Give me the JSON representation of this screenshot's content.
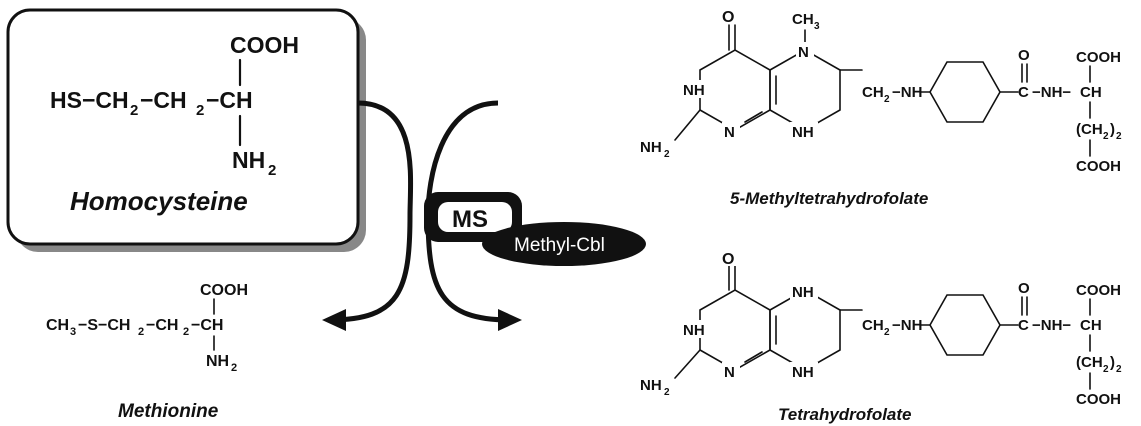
{
  "homocysteine": {
    "chain": "HS−CH",
    "chain2": "−CH",
    "chain3": "−CH",
    "sub2": "2",
    "cooh": "COOH",
    "nh2": "NH",
    "nh2_sub": "2",
    "name": "Homocysteine"
  },
  "methionine": {
    "formula_a": "CH",
    "sub3": "3",
    "formula_b": "−S−CH",
    "sub2": "2",
    "formula_c": "−CH",
    "sub2b": "2",
    "formula_d": "−CH",
    "cooh": "COOH",
    "nh2": "NH",
    "nh2_sub": "2",
    "name": "Methionine"
  },
  "enzyme": {
    "ms_label": "MS",
    "cofactor_label": "Methyl-Cbl"
  },
  "methyl_thf": {
    "name": "5-Methyltetrahydrofolate",
    "o": "O",
    "ch3": "CH",
    "ch3_sub": "3",
    "n5": "N",
    "nh_ring": "NH",
    "nh_ring2": "NH",
    "n_ring": "N",
    "nh2": "NH",
    "nh2_sub": "2",
    "ch2_link": "CH",
    "ch2_sub": "2",
    "nh_link": "−NH",
    "carbonyl_c": "C",
    "carbonyl_o": "O",
    "amide": "−NH−",
    "ch_alpha": "CH",
    "cooh_top": "COOH",
    "ch2_chain": "(CH",
    "ch2_chain_sub": "2",
    "ch2_chain_close": ")",
    "ch2_chain_sub2": "2",
    "cooh_bottom": "COOH"
  },
  "thf": {
    "name": "Tetrahydrofolate",
    "o": "O",
    "nh5": "NH",
    "nh_ring": "NH",
    "nh_ring2": "NH",
    "n_ring": "N",
    "nh2": "NH",
    "nh2_sub": "2",
    "ch2_link": "CH",
    "ch2_sub": "2",
    "nh_link": "−NH",
    "carbonyl_c": "C",
    "carbonyl_o": "O",
    "amide": "−NH−",
    "ch_alpha": "CH",
    "cooh_top": "COOH",
    "ch2_chain": "(CH",
    "ch2_chain_sub": "2",
    "ch2_chain_close": ")",
    "ch2_chain_sub2": "2",
    "cooh_bottom": "COOH"
  }
}
